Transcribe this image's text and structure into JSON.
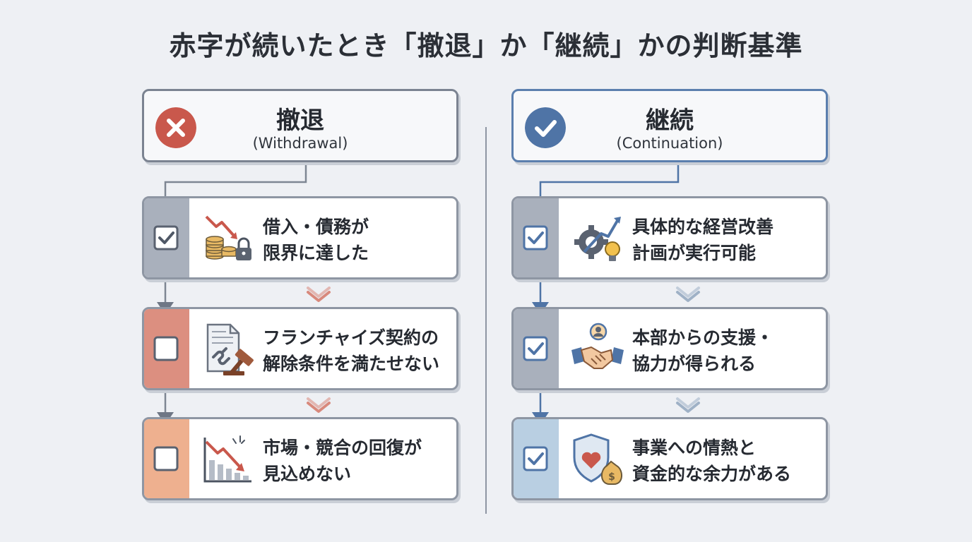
{
  "title": "赤字が続いたとき「撤退」か「継続」かの判断基準",
  "left": {
    "title": "撤退",
    "subtitle": "(Withdrawal)",
    "items": [
      {
        "line1": "借入・債務が",
        "line2": "限界に達した",
        "checked": true
      },
      {
        "line1": "フランチャイズ契約の",
        "line2": "解除条件を満たせない",
        "checked": false
      },
      {
        "line1": "市場・競合の回復が",
        "line2": "見込めない",
        "checked": false
      }
    ]
  },
  "right": {
    "title": "継続",
    "subtitle": "(Continuation)",
    "items": [
      {
        "line1": "具体的な経営改善",
        "line2": "計画が実行可能",
        "checked": true
      },
      {
        "line1": "本部からの支援・",
        "line2": "協力が得られる",
        "checked": true
      },
      {
        "line1": "事業への情熱と",
        "line2": "資金的な余力がある",
        "checked": true
      }
    ]
  },
  "colors": {
    "withdraw_badge": "#c9584c",
    "continue_badge": "#4f74a6",
    "left_strips": [
      "#a9b0bc",
      "#dc8f80",
      "#eeb08f"
    ],
    "right_strips": [
      "#a9b0bc",
      "#a9b0bc",
      "#b9cfe2"
    ],
    "left_chevron": "#d8897c",
    "right_chevron": "#9fb1c6"
  },
  "icons": {
    "left": [
      "debt-lock-icon",
      "broken-contract-gavel-icon",
      "declining-chart-icon"
    ],
    "right": [
      "gear-growth-bulb-icon",
      "handshake-support-icon",
      "heart-shield-moneybag-icon"
    ]
  }
}
